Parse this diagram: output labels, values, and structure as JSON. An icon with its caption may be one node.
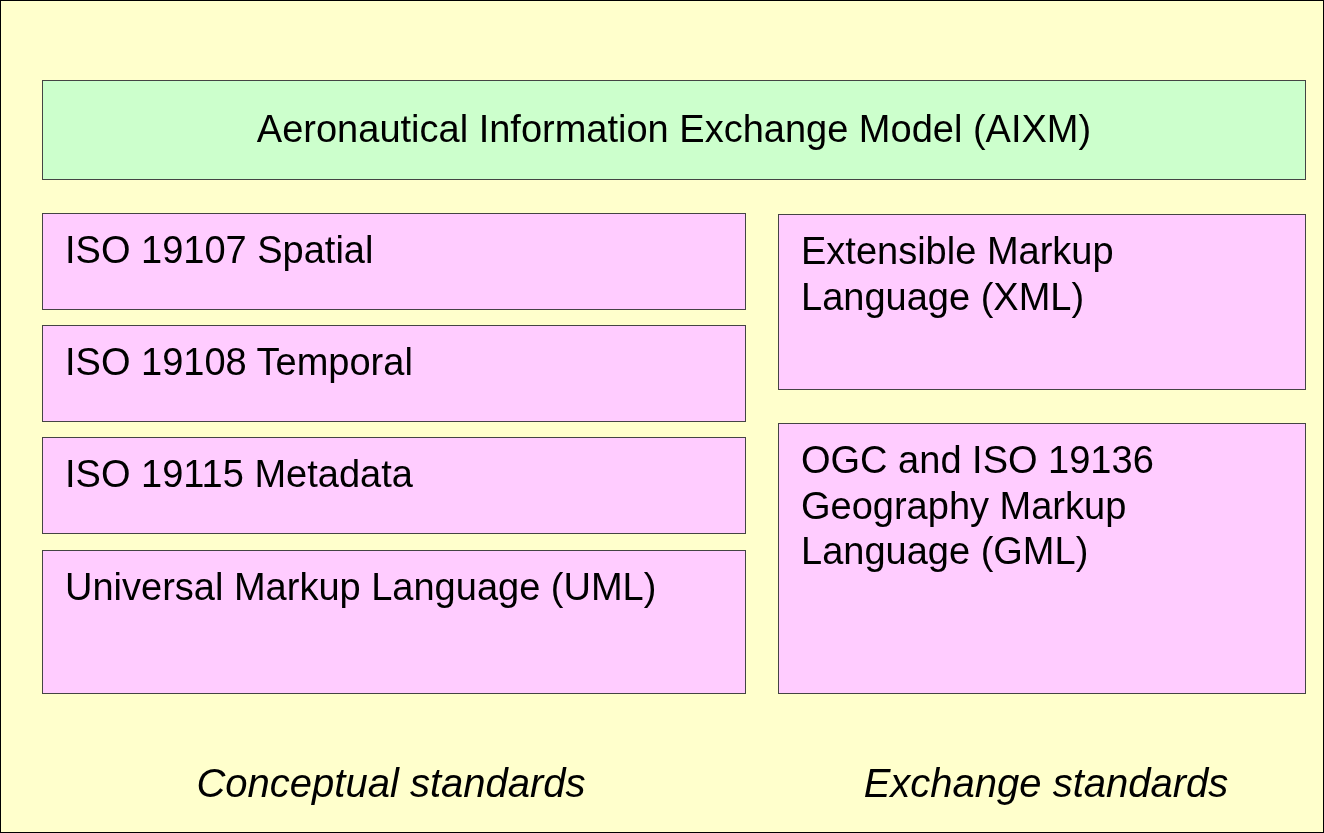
{
  "diagram": {
    "nodes": [
      {
        "text": [
          "Aeronautical Information Exchange Model (AIXM)"
        ]
      },
      {
        "text": [
          "ISO 19107 Spatial"
        ]
      },
      {
        "text": [
          "ISO 19108 Temporal"
        ]
      },
      {
        "text": [
          "ISO 19115 Metadata"
        ]
      },
      {
        "text": [
          "Universal Markup Language (UML)"
        ]
      },
      {
        "text": [
          "Extensible Markup Language (XML)"
        ]
      },
      {
        "text": [
          "OGC and ISO 19136 Geography Markup Language (GML)"
        ]
      }
    ],
    "labels": [
      "Conceptual standards",
      "Exchange standards"
    ]
  }
}
